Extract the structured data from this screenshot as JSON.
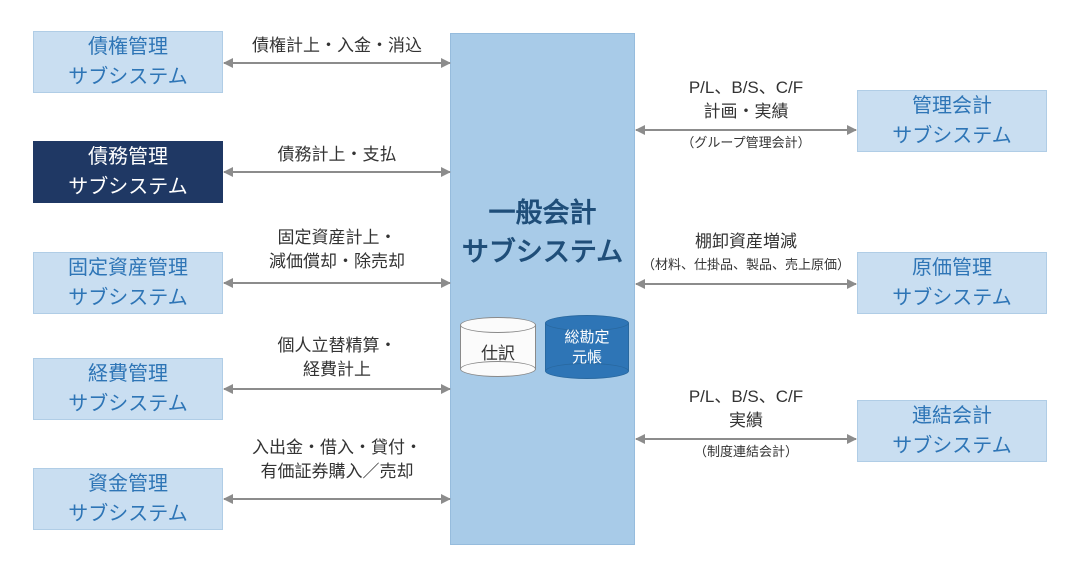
{
  "colors": {
    "side_box_bg": "#c9def1",
    "side_box_border": "#b0cde6",
    "side_box_text": "#2e75b6",
    "dark_box_bg": "#1f3864",
    "dark_box_text": "#ffffff",
    "center_bg": "#a8cbe8",
    "center_border": "#96bcdd",
    "center_title_text": "#1f4e79",
    "ledger_bg": "#2e75b6",
    "arrow": "#8c8c8c",
    "flow_text": "#333333"
  },
  "center": {
    "title": "一般会計\nサブシステム",
    "stores": [
      {
        "label": "仕訳"
      },
      {
        "label": "総勘定\n元帳"
      }
    ]
  },
  "left_systems": [
    {
      "label": "債権管理\nサブシステム",
      "flow": "債権計上・入金・消込"
    },
    {
      "label": "債務管理\nサブシステム",
      "flow": "債務計上・支払"
    },
    {
      "label": "固定資産管理\nサブシステム",
      "flow": "固定資産計上・\n減価償却・除売却"
    },
    {
      "label": "経費管理\nサブシステム",
      "flow": "個人立替精算・\n経費計上"
    },
    {
      "label": "資金管理\nサブシステム",
      "flow": "入出金・借入・貸付・\n有価証券購入／売却"
    }
  ],
  "right_systems": [
    {
      "label": "管理会計\nサブシステム",
      "flow_main": "P/L、B/S、C/F\n計画・実績",
      "flow_sub": "（グループ管理会計）"
    },
    {
      "label": "原価管理\nサブシステム",
      "flow_main": "棚卸資産増減",
      "flow_sub": "（材料、仕掛品、製品、売上原価）"
    },
    {
      "label": "連結会計\nサブシステム",
      "flow_main": "P/L、B/S、C/F\n実績",
      "flow_sub": "（制度連結会計）"
    }
  ]
}
